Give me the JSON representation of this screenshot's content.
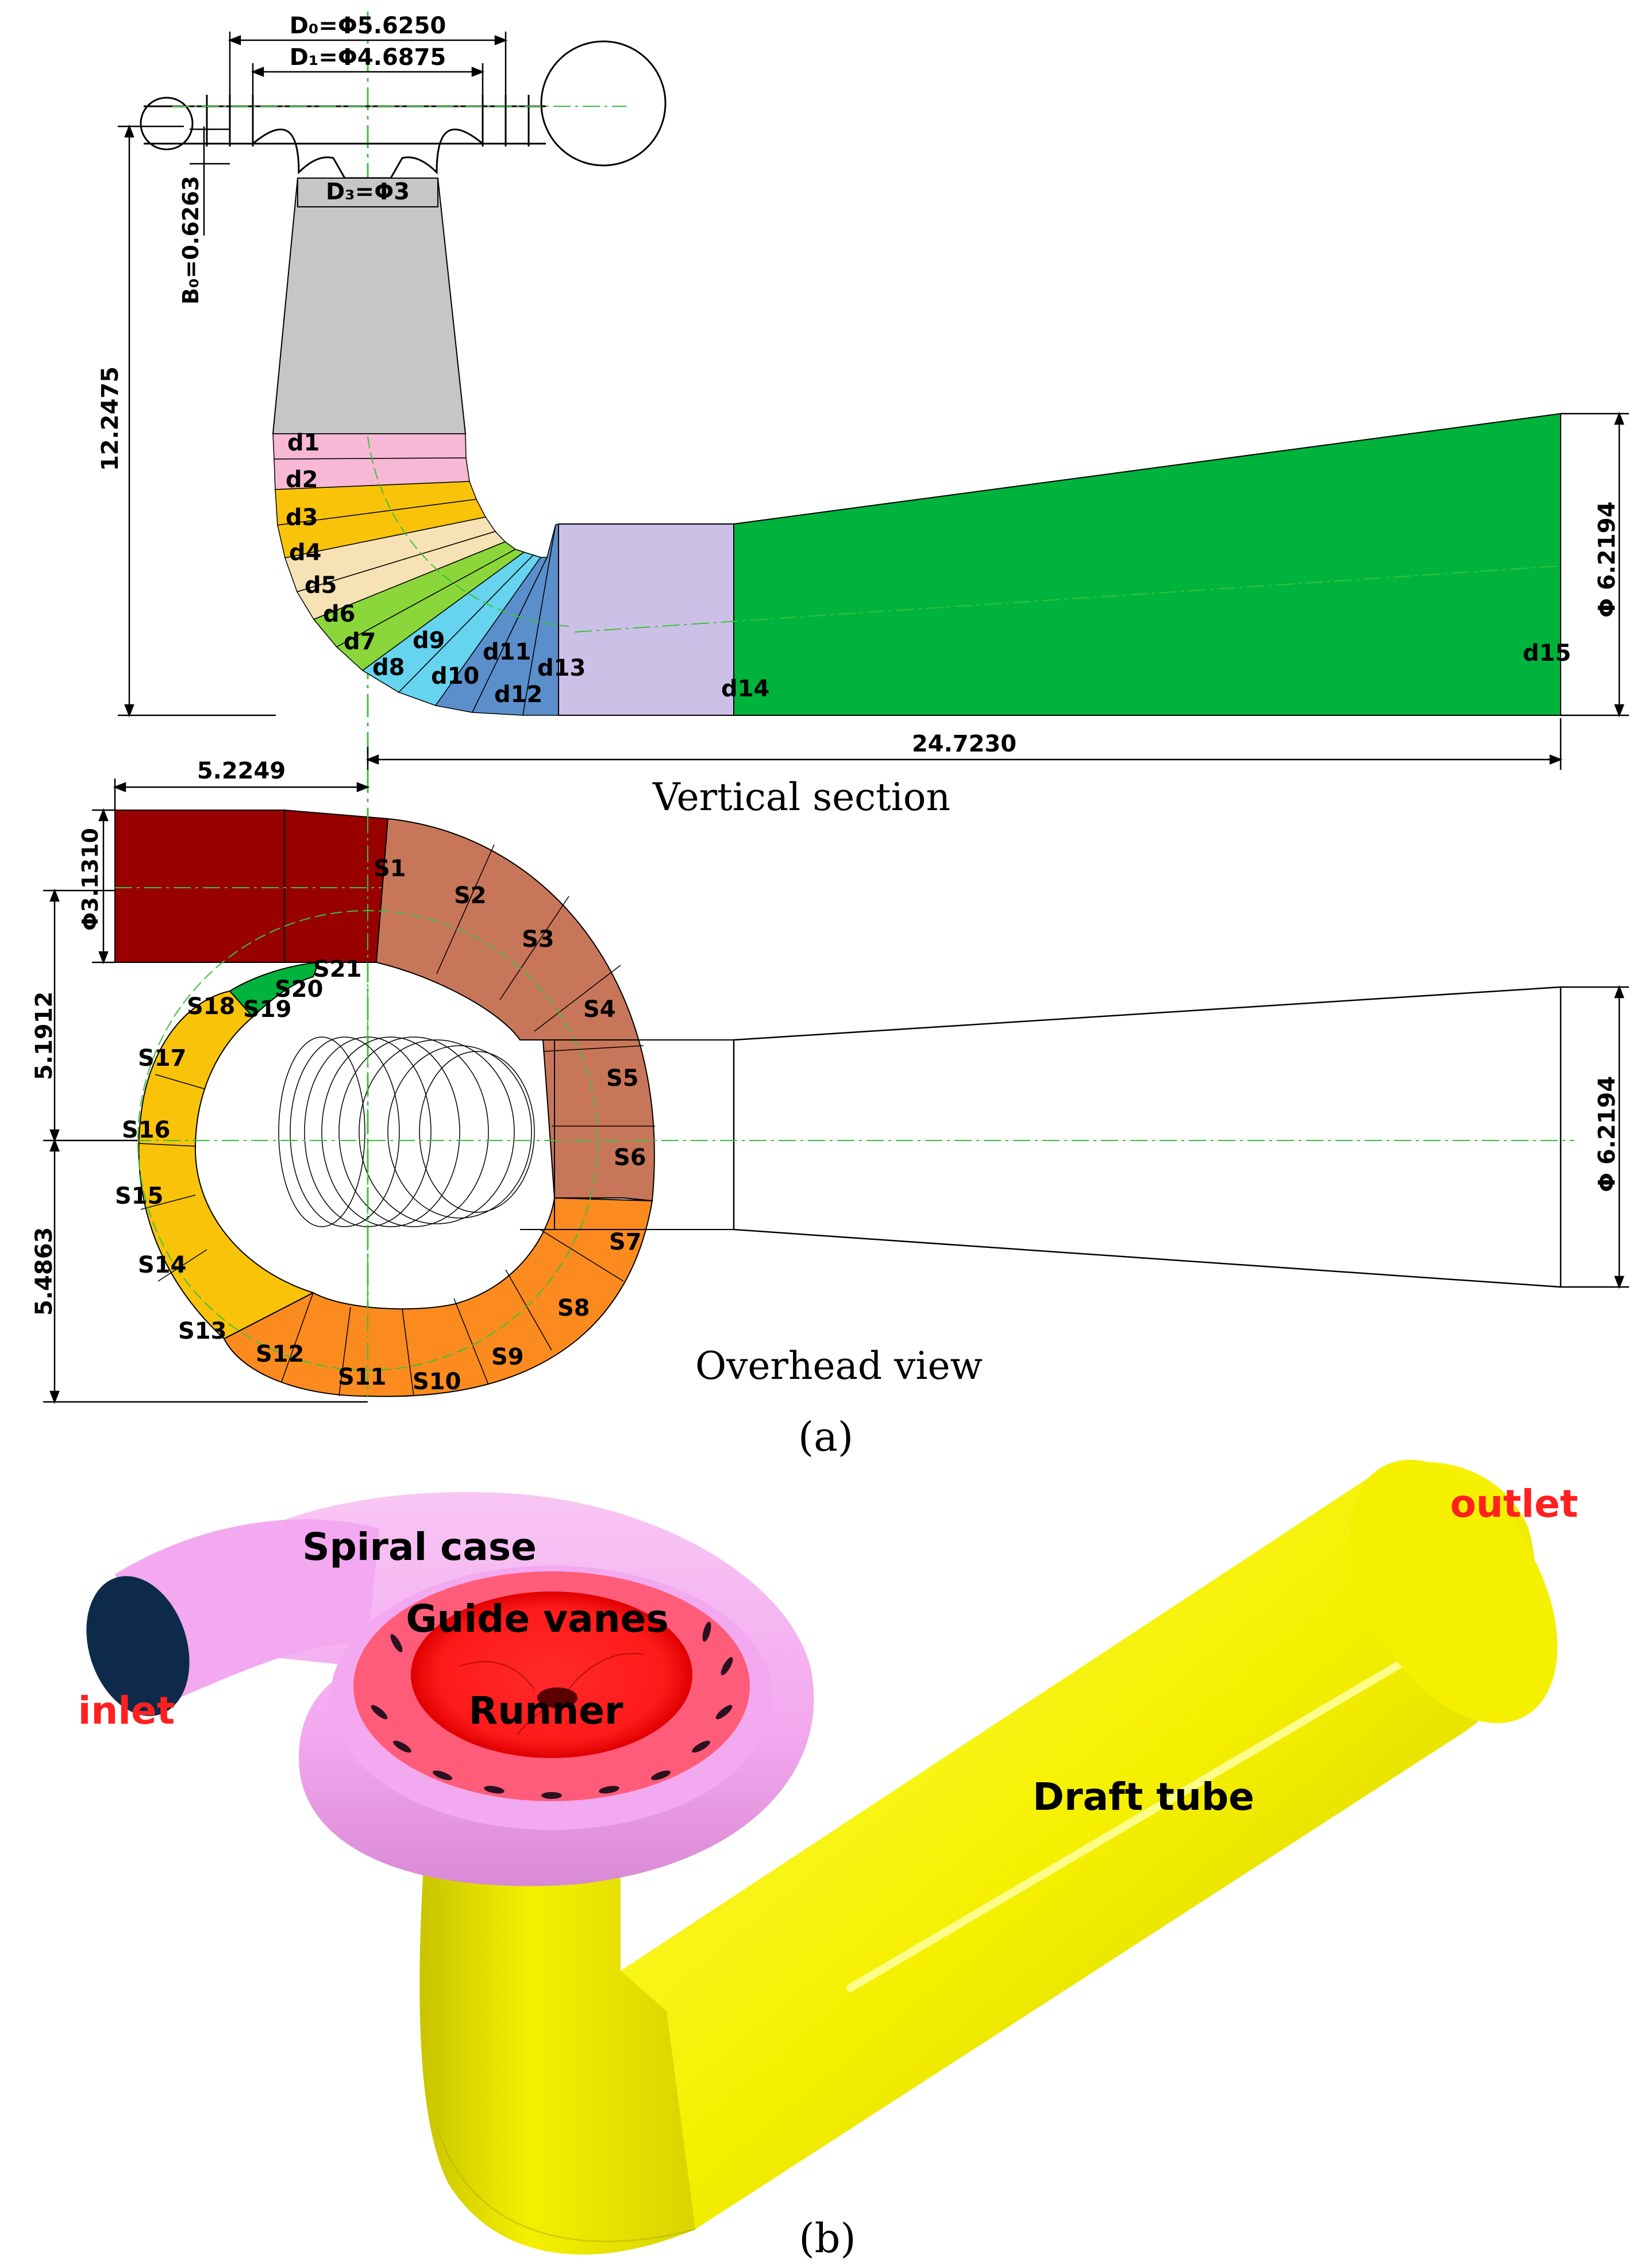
{
  "panel_a": {
    "vertical_section": {
      "caption": "Vertical section",
      "dimensions": {
        "d0": "D₀=Φ5.6250",
        "d1": "D₁=Φ4.6875",
        "d3": "D₃=Φ3",
        "b0": "B₀=0.6263",
        "height": "12.2475",
        "length": "24.7230",
        "outlet": "Φ 6.2194"
      },
      "sections": [
        "d1",
        "d2",
        "d3",
        "d4",
        "d5",
        "d6",
        "d7",
        "d8",
        "d9",
        "d10",
        "d11",
        "d12",
        "d13",
        "d14",
        "d15"
      ]
    },
    "overhead_view": {
      "caption": "Overhead view",
      "dimensions": {
        "inlet_offset": "5.2249",
        "inlet_diameter": "Φ3.1310",
        "upper": "5.1912",
        "lower": "5.4863",
        "outlet": "Φ 6.2194"
      },
      "sections": [
        "S1",
        "S2",
        "S3",
        "S4",
        "S5",
        "S6",
        "S7",
        "S8",
        "S9",
        "S10",
        "S11",
        "S12",
        "S13",
        "S14",
        "S15",
        "S16",
        "S17",
        "S18",
        "S19",
        "S20",
        "S21"
      ]
    },
    "label": "(a)"
  },
  "panel_b": {
    "labels": {
      "spiral_case": "Spiral case",
      "guide_vanes": "Guide vanes",
      "runner": "Runner",
      "draft_tube": "Draft tube",
      "inlet": "inlet",
      "outlet": "outlet"
    },
    "label": "(b)"
  },
  "colors": {
    "inlet_pipe": "#990000",
    "spiral_brown": "#c8765a",
    "spiral_orange": "#fb8b1e",
    "spiral_yellow": "#f9c30a",
    "diffuser_green": "#00b33c",
    "elbow_lavender": "#ccc0e6",
    "cone_gray": "#c6c6c6",
    "tube_yellow": "#f5f000",
    "spiral_pink": "#f3a9ef",
    "runner_red": "#ff1a1a",
    "label_red": "#ff2020"
  }
}
